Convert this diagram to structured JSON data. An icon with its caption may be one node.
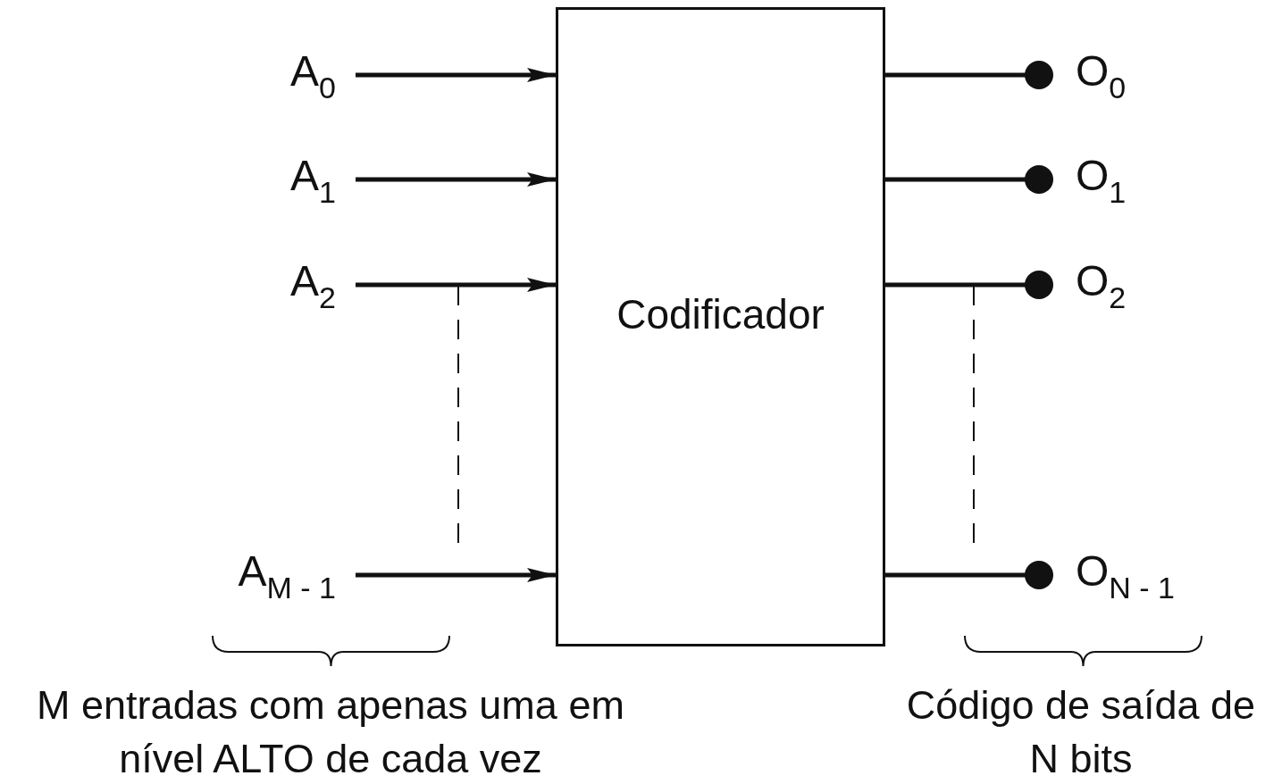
{
  "diagram": {
    "nodes": [
      {
        "text": [
          "Codificador"
        ]
      },
      {
        "text": [
          "A$_{0}$"
        ]
      },
      {
        "text": [
          "A$_{1}$"
        ]
      },
      {
        "text": [
          "A$_{2}$"
        ]
      },
      {
        "text": [
          "A$_{M - 1}$"
        ]
      },
      {
        "text": [
          "O$_{0}$"
        ]
      },
      {
        "text": [
          "O$_{1}$"
        ]
      },
      {
        "text": [
          "O$_{2}$"
        ]
      },
      {
        "text": [
          "O$_{N - 1}$"
        ]
      }
    ],
    "edges": [
      {
        "from": 1,
        "to": 0,
        "arrow": "to"
      },
      {
        "from": 2,
        "to": 0,
        "arrow": "to"
      },
      {
        "from": 3,
        "to": 0,
        "arrow": "to"
      },
      {
        "from": 4,
        "to": 0,
        "arrow": "to"
      },
      {
        "from": 0,
        "to": 5,
        "arrow": "other"
      },
      {
        "from": 0,
        "to": 6,
        "arrow": "other"
      },
      {
        "from": 0,
        "to": 7,
        "arrow": "other"
      },
      {
        "from": 0,
        "to": 8,
        "arrow": "other"
      }
    ],
    "labels": [
      "M entradas com apenas uma em nível ALTO de cada vez",
      "Código de saída de N bits"
    ]
  }
}
